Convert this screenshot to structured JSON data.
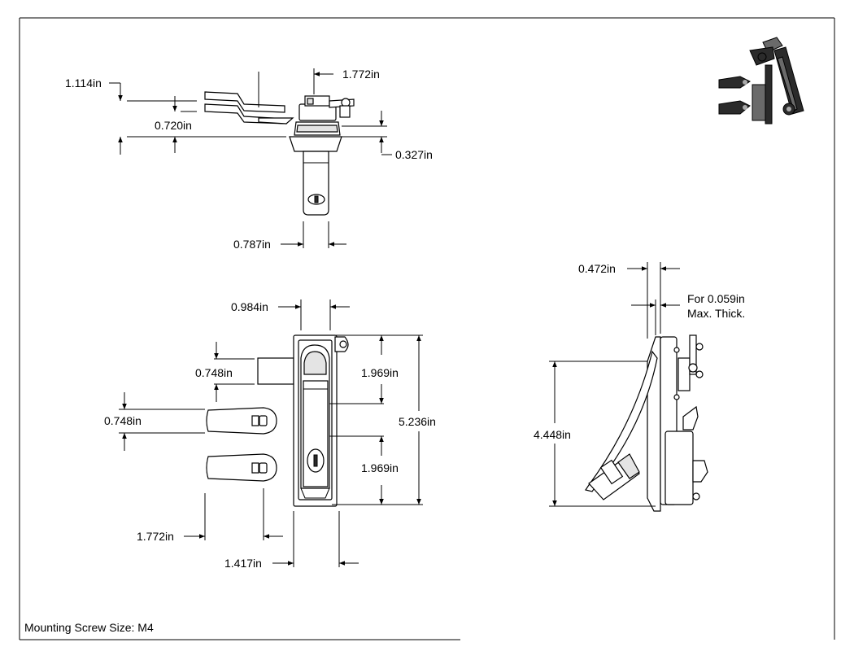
{
  "top_view": {
    "dim_1114": "1.114in",
    "dim_1772": "1.772in",
    "dim_0720": "0.720in",
    "dim_0327": "0.327in",
    "dim_0787": "0.787in"
  },
  "front_view": {
    "dim_0984": "0.984in",
    "dim_0748_cam": "0.748in",
    "dim_0748_gap": "0.748in",
    "dim_1969_upper": "1.969in",
    "dim_1969_lower": "1.969in",
    "dim_5236": "5.236in",
    "dim_1772": "1.772in",
    "dim_1417": "1.417in"
  },
  "side_view": {
    "dim_0472": "0.472in",
    "dim_4448": "4.448in",
    "thickness_line1": "For 0.059in",
    "thickness_line2": "Max. Thick."
  },
  "footer": {
    "note": "Mounting Screw Size: M4"
  }
}
